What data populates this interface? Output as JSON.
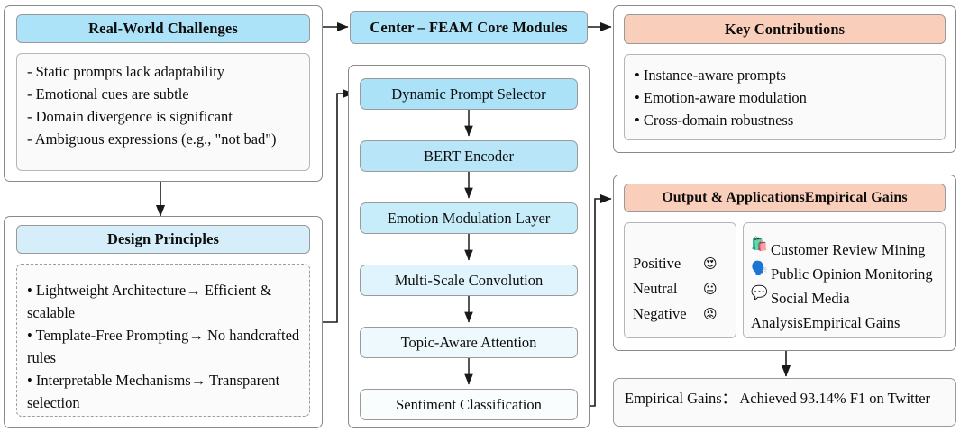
{
  "left": {
    "challenges": {
      "title": "Real-World Challenges",
      "lines": [
        "- Static prompts lack adaptability",
        "- Emotional cues are subtle",
        "- Domain divergence is significant",
        "- Ambiguous expressions (e.g., \"not bad\")"
      ]
    },
    "principles": {
      "title": "Design Principles",
      "lines": [
        "• Lightweight Architecture→ Efficient & scalable",
        "• Template-Free Prompting→ No handcrafted rules",
        " • Interpretable Mechanisms→ Transparent selection"
      ]
    }
  },
  "center": {
    "title": "Center – FEAM Core Modules",
    "modules": [
      {
        "label": "Dynamic Prompt Selector",
        "fill": "#ABE2F7"
      },
      {
        "label": "BERT Encoder",
        "fill": "#B8E6F8"
      },
      {
        "label": "Emotion Modulation Layer",
        "fill": "#C8EDFA"
      },
      {
        "label": "Multi-Scale Convolution",
        "fill": "#DFF4FC"
      },
      {
        "label": "Topic-Aware Attention",
        "fill": "#EEF9FD"
      },
      {
        "label": "Sentiment Classification",
        "fill": "#FAFDFE"
      }
    ]
  },
  "right": {
    "contributions": {
      "title": "Key Contributions",
      "lines": [
        "• Instance-aware prompts",
        "• Emotion-aware modulation",
        "• Cross-domain robustness"
      ]
    },
    "output": {
      "title": "Output & ApplicationsEmpirical Gains",
      "sentiments": [
        {
          "label": "Positive",
          "emoji": "😍",
          "icon_name": "heart-eyes-emoji"
        },
        {
          "label": "Neutral",
          "emoji": "😐",
          "icon_name": "neutral-face-emoji"
        },
        {
          "label": "Negative",
          "emoji": "😡",
          "icon_name": "angry-face-emoji"
        }
      ],
      "applications": [
        {
          "emoji": "🛍️",
          "icon_name": "shopping-bags-icon",
          "text": "Customer Review Mining"
        },
        {
          "emoji": "🗣️",
          "icon_name": "speaking-head-icon",
          "text": "Public Opinion Monitoring"
        },
        {
          "emoji": "💬",
          "icon_name": "speech-balloon-icon",
          "text": "Social Media"
        }
      ],
      "applications_tail": "AnalysisEmpirical Gains"
    },
    "gains": {
      "text": "Empirical Gains：  Achieved 93.14% F1 on Twitter"
    }
  },
  "colors": {
    "header_blue": "#ADE3F8",
    "header_peach": "#F9CFBB",
    "border_gray": "#8a8a8a",
    "line_color": "#1a1a1a"
  }
}
